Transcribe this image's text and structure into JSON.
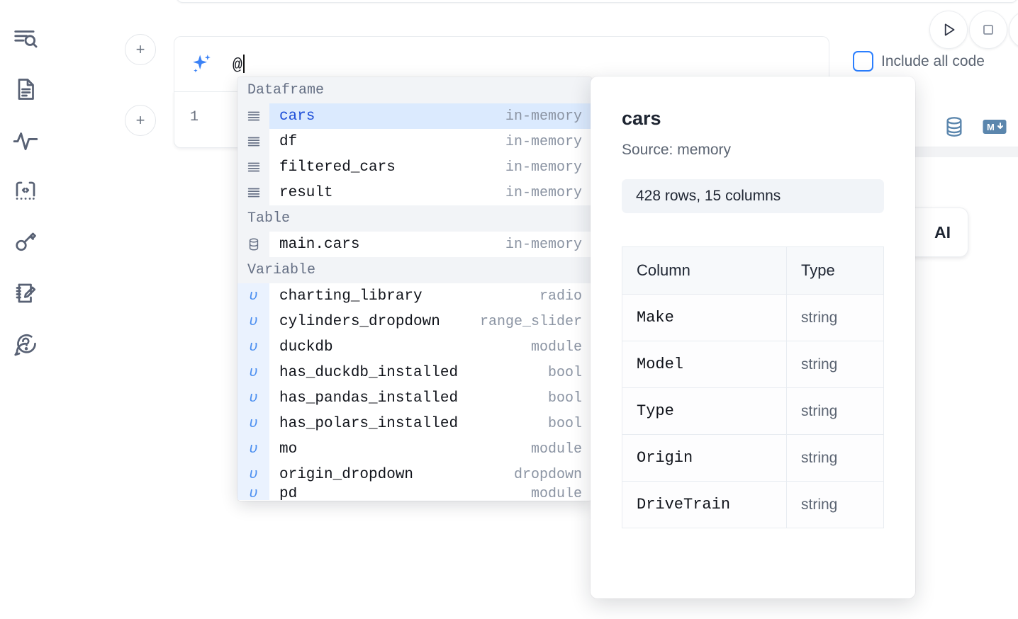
{
  "sidebar": {
    "items": [
      {
        "name": "explore-search-icon",
        "label": "Explore"
      },
      {
        "name": "notebook-file-icon",
        "label": "Files"
      },
      {
        "name": "activity-pulse-icon",
        "label": "Activity"
      },
      {
        "name": "code-snippets-icon",
        "label": "Snippets"
      },
      {
        "name": "secrets-key-icon",
        "label": "Secrets"
      },
      {
        "name": "scratchpad-edit-icon",
        "label": "Scratchpad"
      },
      {
        "name": "help-chat-icon",
        "label": "Help"
      }
    ]
  },
  "toolbar": {
    "run_label": "Run",
    "stop_label": "Stop",
    "include_all_code_label": "Include all code",
    "include_all_code_checked": false,
    "database_icon": "database-icon",
    "markdown_icon": "markdown-icon",
    "ai_chip_label": "AI",
    "accent_color": "#2b7fff"
  },
  "cells": {
    "add_cell_label": "+",
    "ai_prompt_value": "@",
    "ai_prompt_icon": "sparkle-icon",
    "line_number": "1"
  },
  "autocomplete": {
    "groups": [
      {
        "label": "Dataframe",
        "icon": "dataframe-icon",
        "items": [
          {
            "name": "cars",
            "type": "in-memory",
            "selected": true
          },
          {
            "name": "df",
            "type": "in-memory",
            "selected": false
          },
          {
            "name": "filtered_cars",
            "type": "in-memory",
            "selected": false
          },
          {
            "name": "result",
            "type": "in-memory",
            "selected": false
          }
        ]
      },
      {
        "label": "Table",
        "icon": "table-database-icon",
        "items": [
          {
            "name": "main.cars",
            "type": "in-memory",
            "selected": false
          }
        ]
      },
      {
        "label": "Variable",
        "icon": "variable-icon",
        "items": [
          {
            "name": "charting_library",
            "type": "radio",
            "selected": false
          },
          {
            "name": "cylinders_dropdown",
            "type": "range_slider",
            "selected": false
          },
          {
            "name": "duckdb",
            "type": "module",
            "selected": false
          },
          {
            "name": "has_duckdb_installed",
            "type": "bool",
            "selected": false
          },
          {
            "name": "has_pandas_installed",
            "type": "bool",
            "selected": false
          },
          {
            "name": "has_polars_installed",
            "type": "bool",
            "selected": false
          },
          {
            "name": "mo",
            "type": "module",
            "selected": false
          },
          {
            "name": "origin_dropdown",
            "type": "dropdown",
            "selected": false
          },
          {
            "name": "pd",
            "type": "module",
            "selected": false
          }
        ]
      }
    ]
  },
  "preview": {
    "title": "cars",
    "source": "Source: memory",
    "stats": "428 rows, 15 columns",
    "headers": [
      "Column",
      "Type"
    ],
    "rows": [
      {
        "column": "Make",
        "type": "string"
      },
      {
        "column": "Model",
        "type": "string"
      },
      {
        "column": "Type",
        "type": "string"
      },
      {
        "column": "Origin",
        "type": "string"
      },
      {
        "column": "DriveTrain",
        "type": "string"
      }
    ]
  }
}
